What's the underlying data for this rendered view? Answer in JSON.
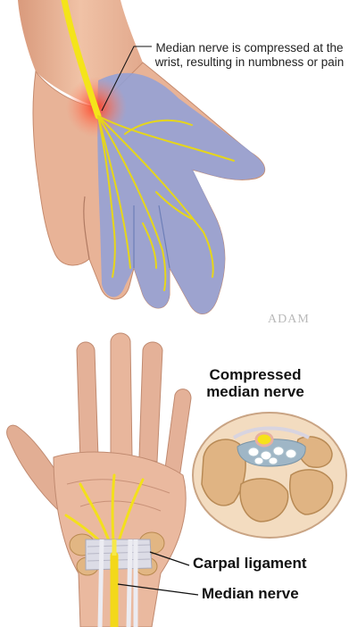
{
  "top_panel": {
    "annotation": "Median nerve is compressed at the wrist, resulting in numbness or pain",
    "watermark": "ADAM"
  },
  "bottom_panel": {
    "label_compressed": "Compressed median nerve",
    "label_carpal_ligament": "Carpal ligament",
    "label_median_nerve": "Median nerve"
  },
  "colors": {
    "skin": "#e9b59a",
    "skin_shadow": "#c98f72",
    "numb_area": "#8f9fd6",
    "nerve": "#f2e21a",
    "inflammation": "#ff4a2a",
    "ligament": "#d9d9e2",
    "bone": "#e3b884"
  }
}
